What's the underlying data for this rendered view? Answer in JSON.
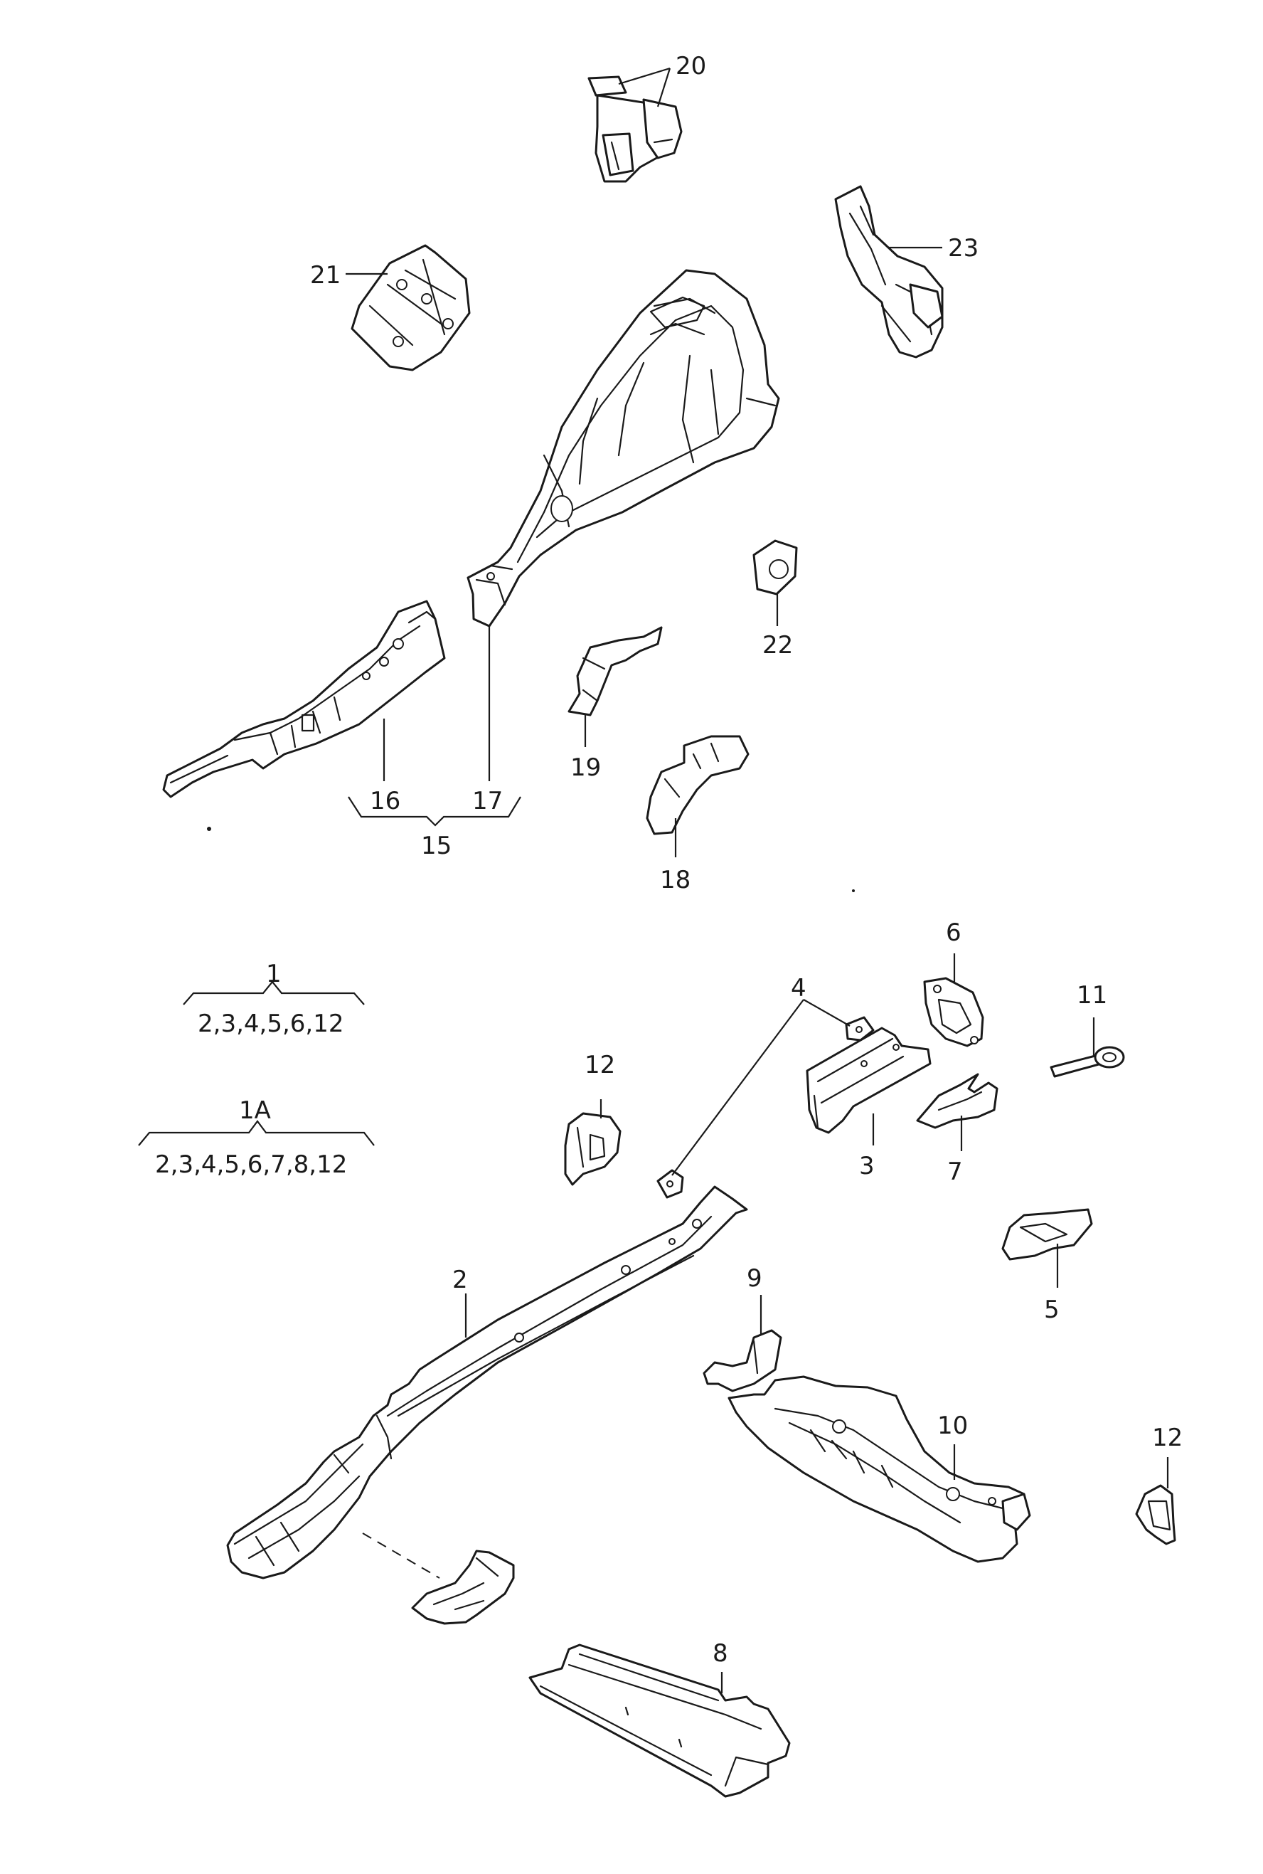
{
  "callouts": {
    "c1": "1",
    "c1_parts": "2,3,4,5,6,12",
    "c1a": "1A",
    "c1a_parts": "2,3,4,5,6,7,8,12",
    "c2": "2",
    "c3": "3",
    "c4": "4",
    "c5": "5",
    "c6": "6",
    "c7": "7",
    "c8": "8",
    "c9": "9",
    "c10": "10",
    "c11": "11",
    "c12a": "12",
    "c12b": "12",
    "c15": "15",
    "c16": "16",
    "c17": "17",
    "c18": "18",
    "c19": "19",
    "c20": "20",
    "c21": "21",
    "c22": "22",
    "c23": "23"
  }
}
